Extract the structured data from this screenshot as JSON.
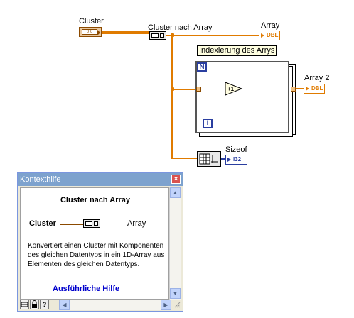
{
  "diagram": {
    "cluster_label": "Cluster",
    "cluster_ctrl_text": "0 0",
    "function_label": "Cluster nach Array",
    "array_label": "Array",
    "array_ind": "DBL",
    "tooltip": "Indexierung des Arrys",
    "loop_count": "N",
    "loop_index": "i",
    "increment": "+1",
    "array2_label": "Array 2",
    "array2_ind": "DBL",
    "sizeof_label": "Sizeof",
    "sizeof_ind": "I32"
  },
  "help_window": {
    "title": "Kontexthilfe",
    "close_glyph": "×",
    "heading": "Cluster nach Array",
    "input_label": "Cluster",
    "output_label": "Array",
    "description": "Konvertiert einen Cluster mit Komponenten des gleichen Datentyps in ein 1D-Array aus Elementen des gleichen Datentyps.",
    "link": "Ausführliche Hilfe",
    "toolbar_question": "?",
    "scroll_up": "▲",
    "scroll_down": "▼",
    "scroll_left": "◀",
    "scroll_right": "▶"
  },
  "colors": {
    "wire": "#e07b00",
    "numeric_int": "#2a3ea0",
    "title_bar": "#7da2ce"
  }
}
